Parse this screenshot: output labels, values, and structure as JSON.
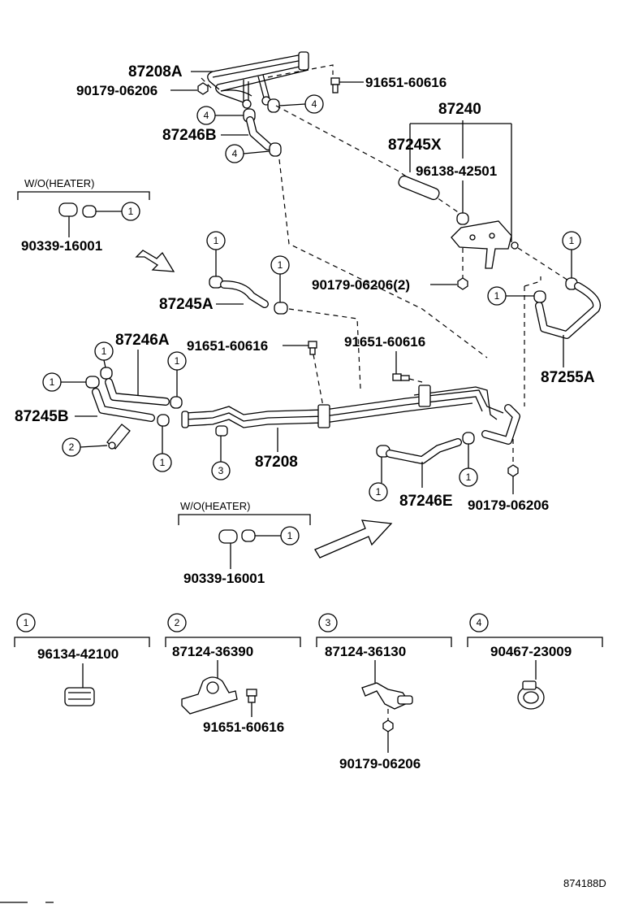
{
  "diagram_id": "874188D",
  "callouts": {
    "c1": "1",
    "c2": "2",
    "c3": "3",
    "c4": "4"
  },
  "parts": {
    "p87208A": "87208A",
    "p90179_06206": "90179-06206",
    "p90179_06206_qty2": "90179-06206(2)",
    "p91651_60616": "91651-60616",
    "p87240": "87240",
    "p87245X": "87245X",
    "p96138_42501": "96138-42501",
    "p87246B": "87246B",
    "p90339_16001": "90339-16001",
    "p87245A": "87245A",
    "p87255A": "87255A",
    "p87246A": "87246A",
    "p87245B": "87245B",
    "p87208": "87208",
    "p87246E": "87246E",
    "p96134_42100": "96134-42100",
    "p87124_36390": "87124-36390",
    "p87124_36130": "87124-36130",
    "p90467_23009": "90467-23009"
  },
  "notes": {
    "wo_heater": "W/O(HEATER)"
  },
  "icons": [
    "arrow-icon",
    "clamp-icon",
    "bracket-icon",
    "bolt-icon",
    "nut-icon",
    "plug-icon"
  ]
}
